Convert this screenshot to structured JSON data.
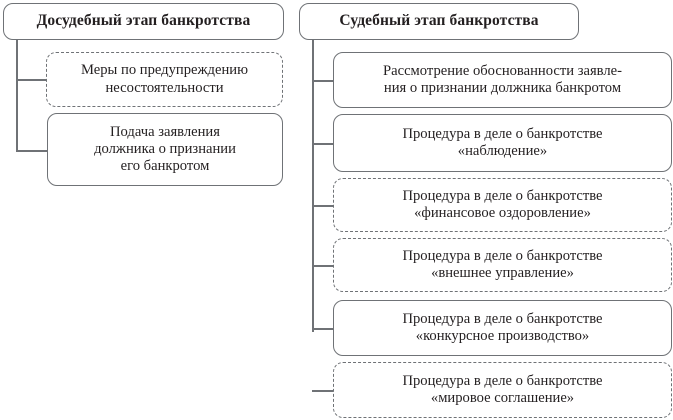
{
  "diagram": {
    "title_left": "Досудебный этап банкротства",
    "title_right": "Судебный этап банкротства",
    "colors": {
      "stroke": "#6f7276",
      "text": "#231f20",
      "background": "#ffffff"
    },
    "left_branch": {
      "header": "Досудебный этап банкротства",
      "items": [
        {
          "label": "Меры по предупреждению\nнесостоятельности",
          "border": "dashed"
        },
        {
          "label": "Подача заявления\nдолжника о признании\nего банкротом",
          "border": "solid"
        }
      ]
    },
    "right_branch": {
      "header": "Судебный этап банкротства",
      "items": [
        {
          "label": "Рассмотрение обоснованности заявле-\nния о признании должника банкротом",
          "border": "solid"
        },
        {
          "label": "Процедура в деле о банкротстве\n«наблюдение»",
          "border": "solid"
        },
        {
          "label": "Процедура в деле о банкротстве\n«финансовое оздоровление»",
          "border": "dashed"
        },
        {
          "label": "Процедура в деле о банкротстве\n«внешнее управление»",
          "border": "dashed"
        },
        {
          "label": "Процедура в деле о банкротстве\n«конкурсное производство»",
          "border": "solid"
        },
        {
          "label": "Процедура в деле о банкротстве\n«мировое соглашение»",
          "border": "dashed"
        }
      ]
    }
  }
}
